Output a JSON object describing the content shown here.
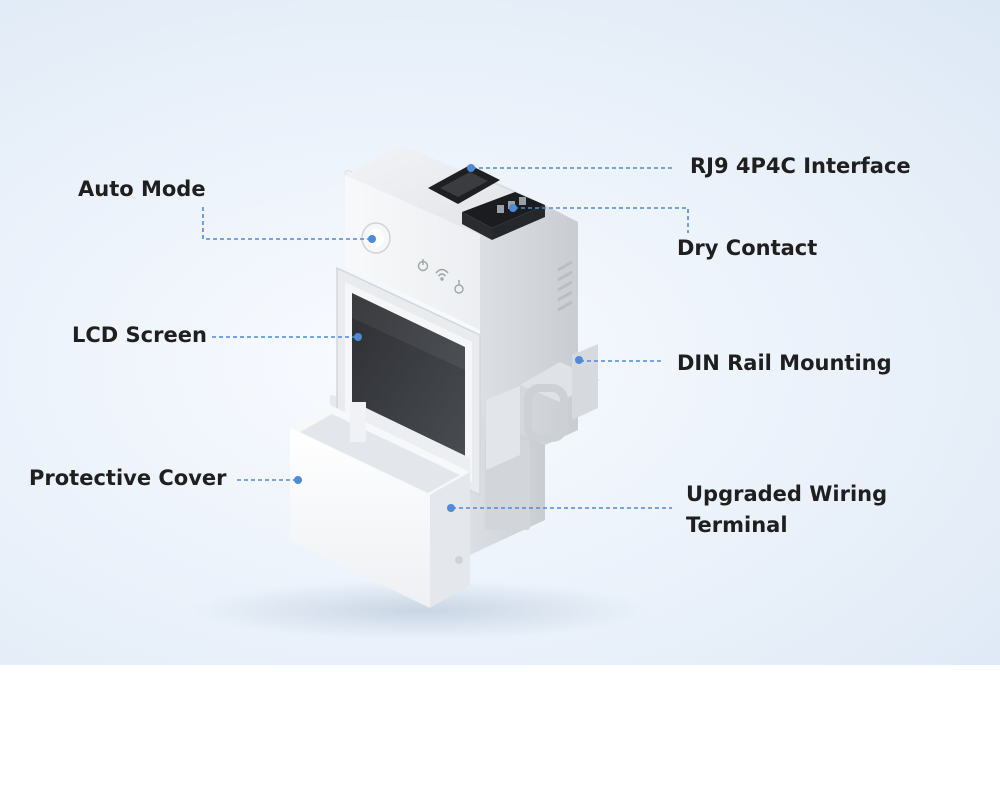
{
  "callouts": {
    "auto_mode": "Auto Mode",
    "lcd_screen": "LCD Screen",
    "protective_cover": "Protective Cover",
    "rj9_interface": "RJ9 4P4C Interface",
    "dry_contact": "Dry Contact",
    "din_rail": "DIN Rail Mounting",
    "wiring_line1": "Upgraded Wiring",
    "wiring_line2": "Terminal"
  },
  "colors": {
    "accent": "#4f8ad6",
    "label_text": "#1f1f1f",
    "device_body": "#f4f5f7"
  },
  "icons": [
    "power-icon",
    "wifi-icon",
    "thermometer-icon"
  ]
}
